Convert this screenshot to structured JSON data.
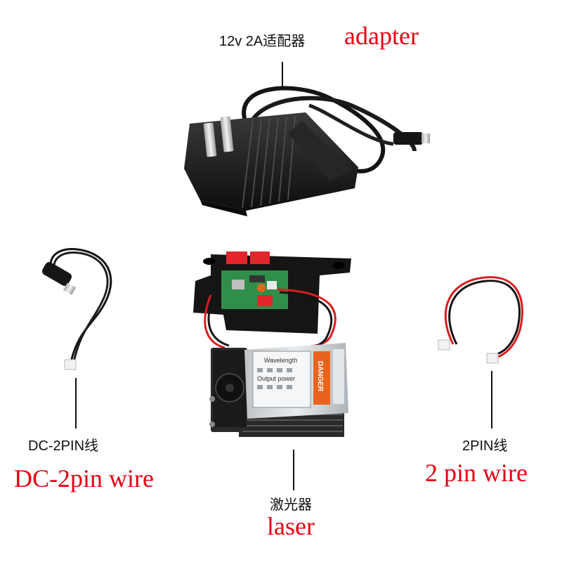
{
  "labels": {
    "adapter_cn": "12v 2A适配器",
    "adapter_en": "adapter",
    "dc_wire_cn": "DC-2PIN线",
    "dc_wire_en": "DC-2pin wire",
    "pin_wire_cn": "2PIN线",
    "pin_wire_en": "2 pin wire",
    "laser_cn": "激光器",
    "laser_en": "laser"
  },
  "module_text": {
    "danger": "DANGER",
    "wavelength": "Wavelength",
    "output_power": "Output power"
  },
  "colors": {
    "label_red": "#e60012",
    "label_black": "#111111",
    "adapter_body": "#1c1c1c",
    "heatsink": "#2a2a2a",
    "pcb_green": "#2f8f4a",
    "connector_red": "#e0262a",
    "wire_red": "#d81e1e",
    "wire_black": "#141414",
    "danger_orange": "#e8641e"
  }
}
